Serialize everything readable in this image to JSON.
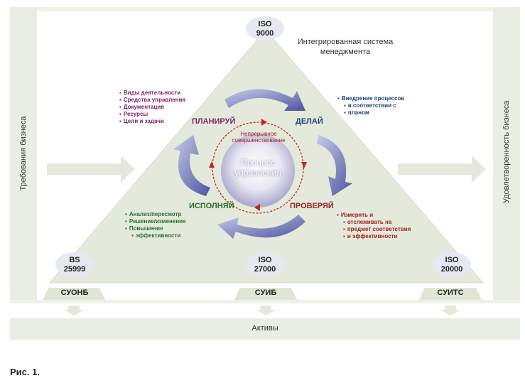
{
  "diagram": {
    "title": "Интегрированная система менеджмента",
    "left_side_label": "Требования бизнеса",
    "right_side_label": "Удовлетворенность бизнеса",
    "bottom_bar_label": "Активы",
    "figure_caption": "Рис. 1.",
    "standards": {
      "top": "ISO 9000",
      "bottom_left": "BS 25999",
      "bottom_center": "ISO 27000",
      "bottom_right": "ISO 20000"
    },
    "systems": {
      "left": "СУОНБ",
      "center": "СУИБ",
      "right": "СУИТС"
    },
    "cycle": {
      "center_label": "Процесс управления",
      "inner_label": "Непрерывное совершенствование",
      "plan": "ПЛАНИРУЙ",
      "do": "ДЕЛАЙ",
      "check": "ПРОВЕРЯЙ",
      "act": "ИСПОЛНЯЙ"
    },
    "plan_items": [
      "Виды деятельности",
      "Средства управления",
      "Документация",
      "Ресурсы",
      "Цели и задачи"
    ],
    "do_items": [
      "Внедрение процессов",
      "в соответствии с",
      "планом"
    ],
    "check_items": [
      "Измерять и",
      "отслеживать на",
      "предмет соответствия",
      "и эффективности"
    ],
    "act_items": [
      "Анализ/пересмотр",
      "Решение/изменение",
      "Повышение",
      "эффективности"
    ],
    "colors": {
      "plan": "#7b1f6e",
      "do": "#1f3f73",
      "check": "#a32020",
      "act": "#2a6f2a",
      "triangle": "#e4eadb",
      "panel": "#edf1e6",
      "arrow": "#5a5fa8"
    }
  }
}
